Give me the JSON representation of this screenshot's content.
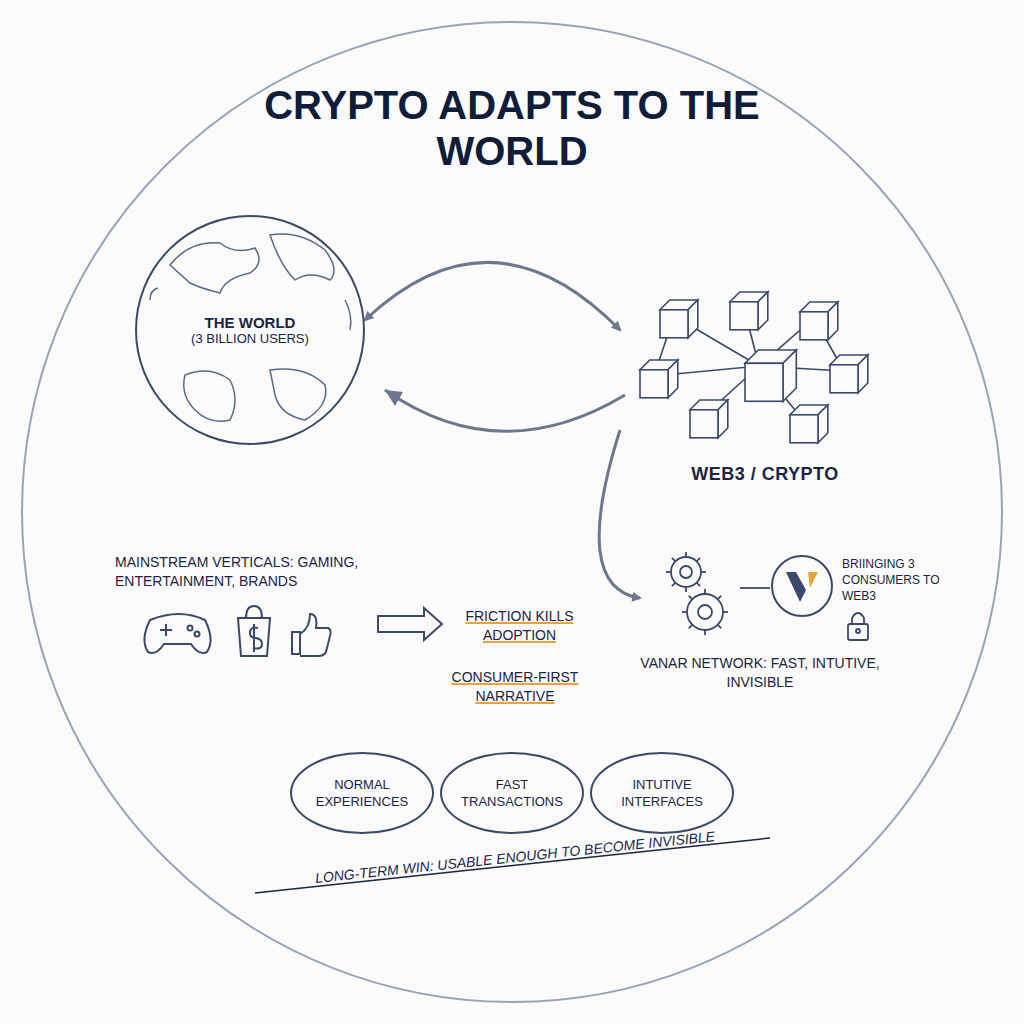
{
  "diagram": {
    "title": "CRYPTO ADAPTS TO THE WORLD",
    "nodes": [
      {
        "text": [
          "THE WORLD",
          "(3 BILLION USERS)"
        ]
      },
      {
        "text": [
          "WEB3 / CRYPTO"
        ]
      },
      {
        "text": [
          "VANAR NETWORK: FAST, INTUTIVE, INVISIBLE"
        ]
      },
      {
        "text": [
          "NORMAL EXPERIENCES"
        ]
      },
      {
        "text": [
          "FAST TRANSACTIONS"
        ]
      },
      {
        "text": [
          "INTUTIVE INTERFACES"
        ]
      }
    ],
    "edges": [
      {
        "from": 0,
        "to": 1,
        "arrow": "both"
      },
      {
        "from": 1,
        "to": 2,
        "arrow": "to"
      }
    ],
    "labels": [
      "MAINSTREAM VERTICALS: GAMING, ENTERTAINMENT, BRANDS",
      "FRICTION KILLS ADOPTION",
      "CONSUMER-FIRST NARRATIVE",
      "BRIINGING 3 CONSUMERS TO WEB3",
      "LONG-TERM WIN: USABLE ENOUGH TO BECOME INVISIBLE"
    ]
  }
}
